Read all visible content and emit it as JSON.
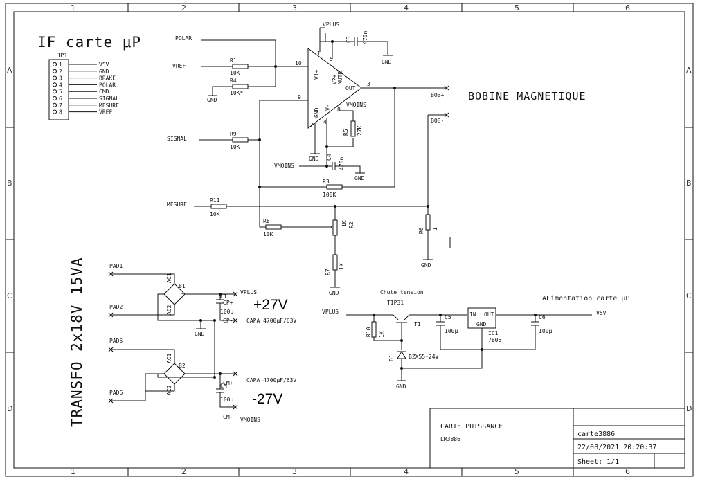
{
  "frame": {
    "columns": [
      "1",
      "2",
      "3",
      "4",
      "5",
      "6"
    ],
    "rows": [
      "A",
      "B",
      "C",
      "D"
    ]
  },
  "header": {
    "title": "IF carte μP"
  },
  "connector": {
    "ref": "JP1",
    "pins": [
      "1",
      "2",
      "3",
      "4",
      "5",
      "6",
      "7",
      "8"
    ],
    "signals": [
      "V5V",
      "GND",
      "BRAKE",
      "POLAR",
      "CMD",
      "SIGNAL",
      "MESURE",
      "VREF"
    ]
  },
  "nets": {
    "polar": "POLAR",
    "vref": "VREF",
    "signal": "SIGNAL",
    "mesure": "MESURE",
    "vplus": "VPLUS",
    "vplus2": "VPLUS",
    "vmoins": "VMOINS",
    "vmoins2": "VMOINS",
    "gnd": "GND",
    "bob_plus": "BOB+",
    "bob_minus": "BOB-",
    "v5v": "V5V",
    "pad1": "PAD1",
    "pad2": "PAD2",
    "pad5": "PAD5",
    "pad6": "PAD6",
    "cp_plus": "CP+",
    "cp_minus": "CP-",
    "cm_plus": "CM+",
    "cm_minus": "CM-"
  },
  "components": {
    "r1": {
      "ref": "R1",
      "value": "10K"
    },
    "r4": {
      "ref": "R4",
      "value": "10K*"
    },
    "r9": {
      "ref": "R9",
      "value": "10K"
    },
    "r3": {
      "ref": "R3",
      "value": "100K"
    },
    "r11": {
      "ref": "R11",
      "value": "10K"
    },
    "r8": {
      "ref": "R8",
      "value": "10K"
    },
    "r2": {
      "ref": "R2",
      "value": "1K"
    },
    "r7": {
      "ref": "R7",
      "value": "1K"
    },
    "r6": {
      "ref": "R6",
      "value": "1"
    },
    "r5": {
      "ref": "R5",
      "value": "27K"
    },
    "r10": {
      "ref": "R10",
      "value": "1K"
    },
    "c3": {
      "ref": "C3",
      "value": "470n"
    },
    "c4": {
      "ref": "C4",
      "value": "470n"
    },
    "c1": {
      "ref": "C1",
      "value": "100μ"
    },
    "cm": {
      "ref": "CM",
      "value": "100μ"
    },
    "c5": {
      "ref": "C5",
      "value": "100μ"
    },
    "c6": {
      "ref": "C6",
      "value": "100μ"
    },
    "b1": {
      "ref": "B1"
    },
    "b2": {
      "ref": "B2"
    },
    "t1": {
      "ref": "T1",
      "value": "TIP31"
    },
    "d1": {
      "ref": "D1",
      "value": "BZX55-24V"
    },
    "ic1": {
      "ref": "IC1",
      "value": "7805",
      "pin_in": "IN",
      "pin_out": "OUT",
      "pin_gnd": "GND"
    },
    "opamp_pins": {
      "v1p": "V1+",
      "v2p": "V2+",
      "mute": "MUTE",
      "out": "OUT",
      "gnd": "GND",
      "vm": "V-",
      "n10": "10",
      "n9": "9",
      "n3": "3",
      "n1": "1",
      "n5": "5",
      "n7": "7",
      "n4": "4",
      "n8": "8"
    }
  },
  "labels": {
    "bobine": "BOBINE MAGNETIQUE",
    "transfo": "TRANSFO 2x18V  15VA",
    "capa1": "CAPA 4700μF/63V",
    "capa2": "CAPA 4700μF/63V",
    "plus27": "+27V",
    "minus27": "-27V",
    "chute": "Chute tension",
    "alim": "ALimentation carte μP",
    "ac1": "AC1",
    "ac2": "AC2"
  },
  "title_block": {
    "name": "CARTE PUISSANCE",
    "sub": "LM3886",
    "file": "carte3886",
    "date": "22/08/2021 20:20:37",
    "sheet": "Sheet: 1/1"
  }
}
